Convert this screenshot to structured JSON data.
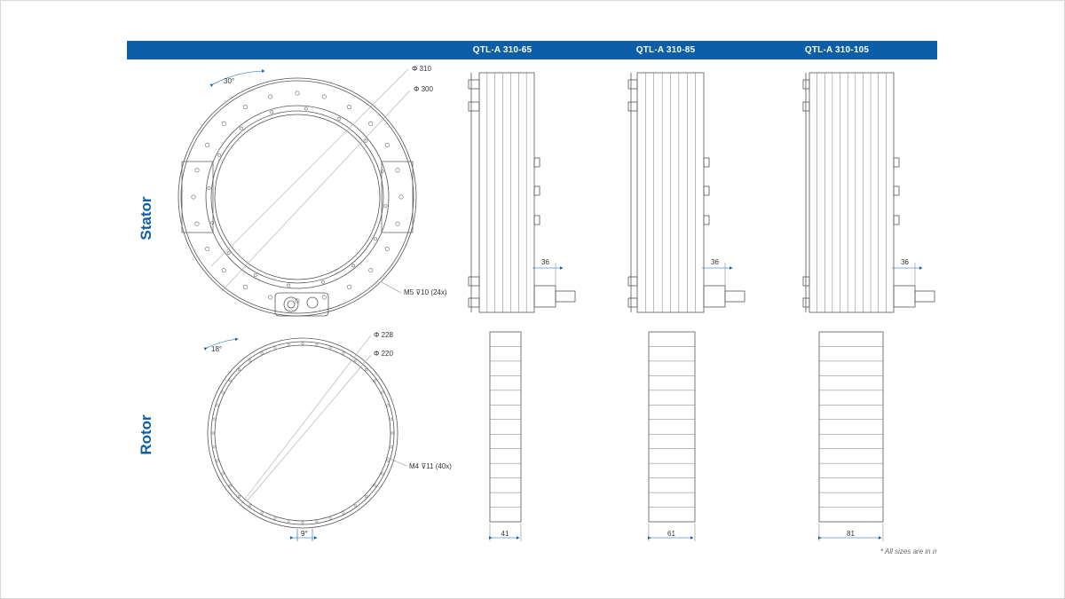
{
  "row_labels": {
    "stator": "Stator",
    "rotor": "Rotor"
  },
  "models": [
    "QTL-A 310-65",
    "QTL-A 310-85",
    "QTL-A 310-105"
  ],
  "stator_dims": {
    "outer_diameter": "Φ 310",
    "inner_diameter": "Φ 300",
    "angle": "30°",
    "holes": "M5 ⊽10 (24x)"
  },
  "rotor_dims": {
    "outer_diameter": "Φ 228",
    "inner_diameter": "Φ 220",
    "angle": "18°",
    "angle_bottom": "9°",
    "holes": "M4 ⊽11 (40x)"
  },
  "side_widths": [
    "36",
    "36",
    "36"
  ],
  "rotor_widths": [
    "41",
    "61",
    "81"
  ],
  "note": "* All sizes are in mm",
  "colors": {
    "accent": "#0d5ea7",
    "line": "#555555",
    "dim_arrow": "#0d5ea7"
  }
}
